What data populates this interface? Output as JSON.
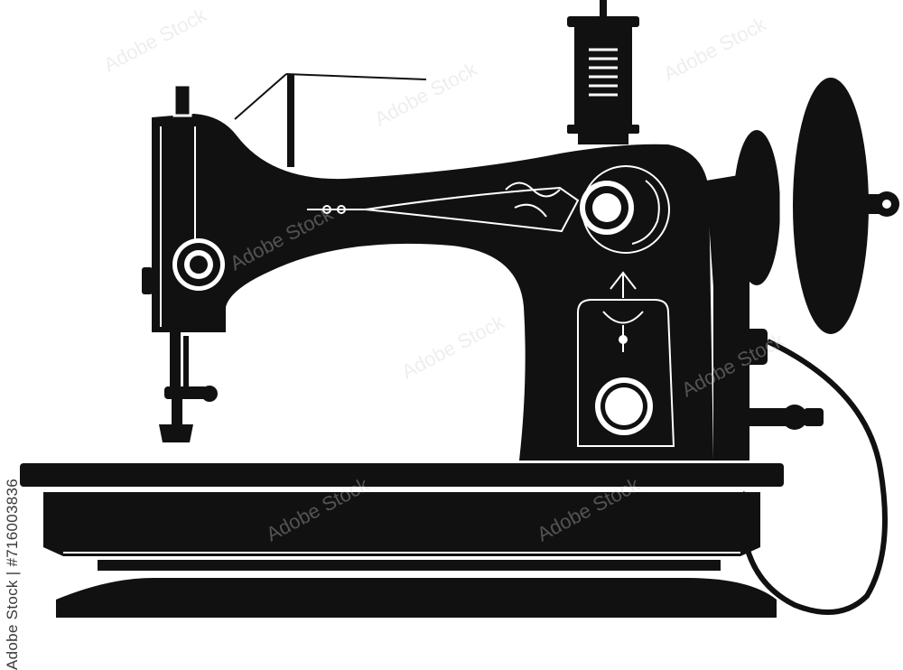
{
  "image": {
    "subject": "sewing-machine-silhouette",
    "colors": {
      "ink": "#111111",
      "paper": "#ffffff",
      "watermark": "#cfcfcf"
    }
  },
  "stock_id_text": "Adobe Stock | #716003836",
  "watermark_text": "Adobe Stock"
}
